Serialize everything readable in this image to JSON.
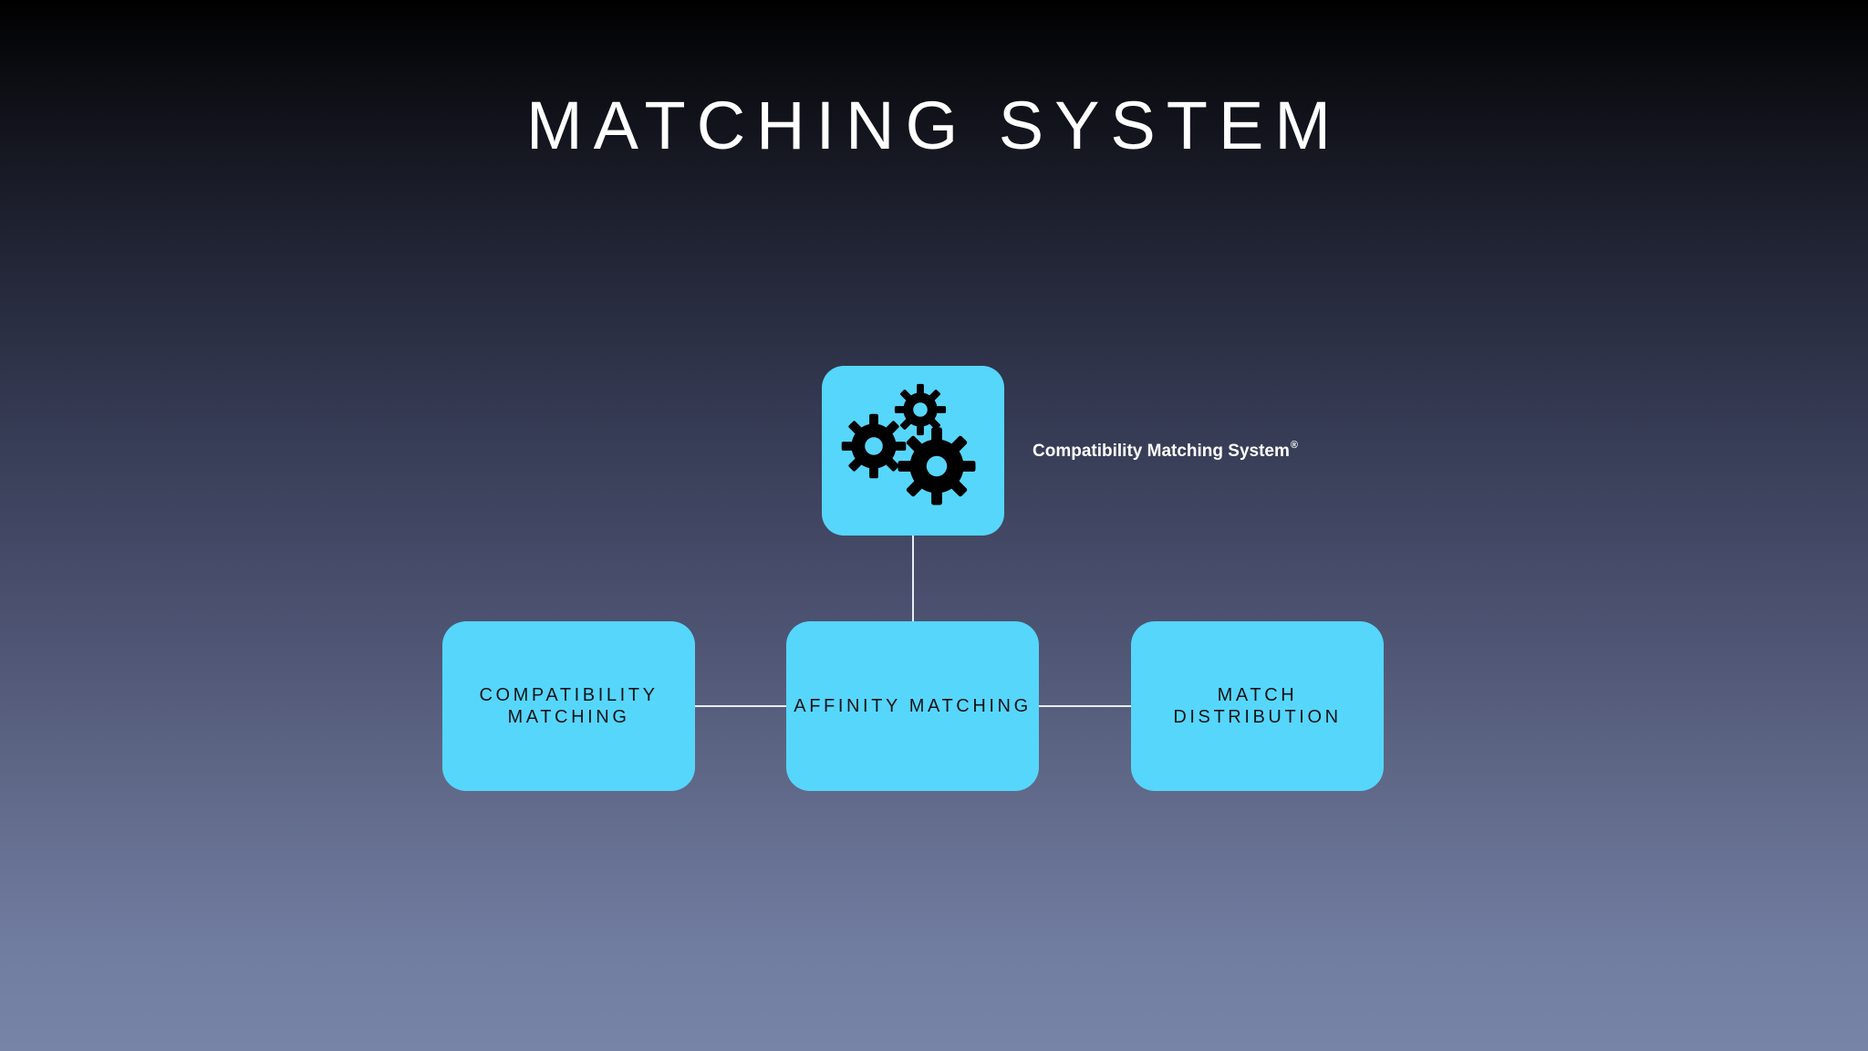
{
  "slide": {
    "title": "MATCHING SYSTEM"
  },
  "diagram": {
    "top_node": {
      "icon": "gears-icon",
      "label": "Compatibility Matching System",
      "label_mark": "®"
    },
    "nodes": [
      {
        "line1": "COMPATIBILITY",
        "line2": "MATCHING"
      },
      {
        "line1": "AFFINITY MATCHING",
        "line2": ""
      },
      {
        "line1": "MATCH",
        "line2": "DISTRIBUTION"
      }
    ],
    "colors": {
      "node_fill": "#56d6fb",
      "connector": "#e8ecf2",
      "text_dark": "#101418",
      "title": "#ffffff"
    }
  }
}
